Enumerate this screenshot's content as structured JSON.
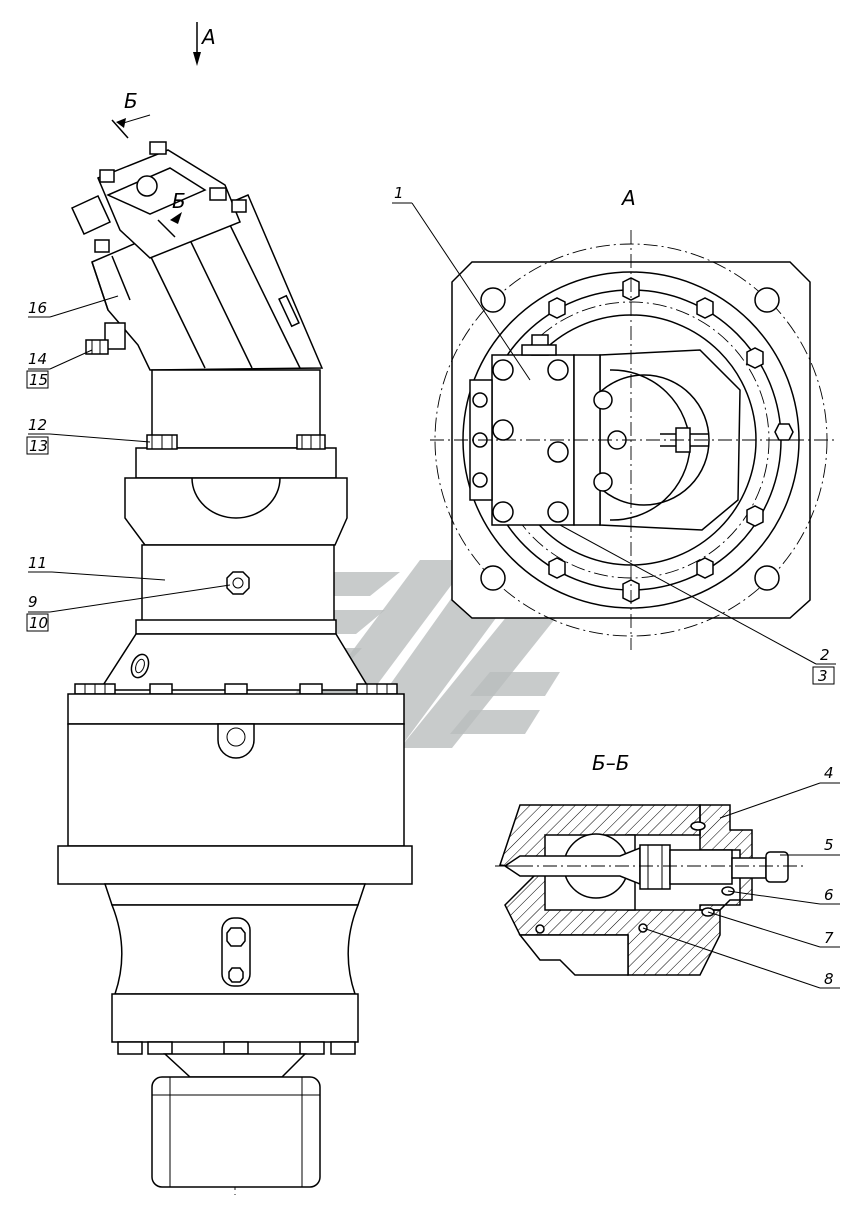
{
  "view_labels": {
    "view_arrow_a": "А",
    "section_mark_top": "Б",
    "section_mark_bottom": "Б",
    "view_a_title": "А",
    "section_title": "Б–Б"
  },
  "callouts": {
    "c1": "1",
    "c2": "2",
    "c3": "3",
    "c4": "4",
    "c5": "5",
    "c6": "6",
    "c7": "7",
    "c8": "8",
    "c9": "9",
    "c10": "10",
    "c11": "11",
    "c12": "12",
    "c13": "13",
    "c14": "14",
    "c15": "15",
    "c16": "16"
  },
  "colors": {
    "line": "#000000",
    "background": "#ffffff",
    "watermark": "#b9bdbd"
  }
}
